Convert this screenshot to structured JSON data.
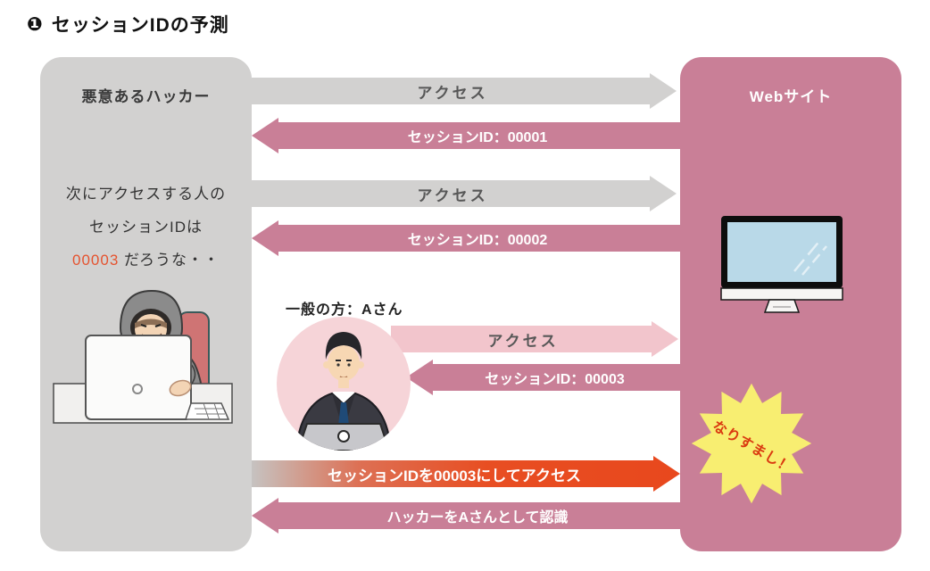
{
  "title": {
    "badge": "❶",
    "text": "セッションIDの予測"
  },
  "hacker_box": {
    "label": "悪意あるハッカー",
    "thought_line1": "次にアクセスする人の",
    "thought_line2": "セッションIDは",
    "thought_highlight": "00003",
    "thought_line3": "だろうな・・"
  },
  "website_box": {
    "label": "Webサイト",
    "starburst_label": "なりすまし！"
  },
  "visitor": {
    "label": "一般の方：Aさん"
  },
  "arrows": [
    {
      "label": "アクセス",
      "direction": "right",
      "from": "hacker",
      "to": "website"
    },
    {
      "label": "セッションID：00001",
      "direction": "left",
      "from": "website",
      "to": "hacker"
    },
    {
      "label": "アクセス",
      "direction": "right",
      "from": "hacker",
      "to": "website"
    },
    {
      "label": "セッションID：00002",
      "direction": "left",
      "from": "website",
      "to": "hacker"
    },
    {
      "label": "アクセス",
      "direction": "right",
      "from": "visitor",
      "to": "website"
    },
    {
      "label": "セッションID：00003",
      "direction": "left",
      "from": "website",
      "to": "visitor"
    },
    {
      "label": "セッションIDを00003にしてアクセス",
      "direction": "right",
      "from": "hacker",
      "to": "website"
    },
    {
      "label": "ハッカーをAさんとして認識",
      "direction": "left",
      "from": "website",
      "to": "hacker"
    }
  ],
  "colors": {
    "gray_box": "#d2d1d0",
    "pink": "#c97f97",
    "light_pink_arrow": "#f2c5cc",
    "visitor_circle": "#f6d4d8",
    "accent_orange": "#e5532f",
    "arrow_orange_end": "#e8481d",
    "starburst_yellow": "#f8ee71",
    "starburst_text": "#da3a10",
    "monitor_screen": "#b9d9e8"
  }
}
